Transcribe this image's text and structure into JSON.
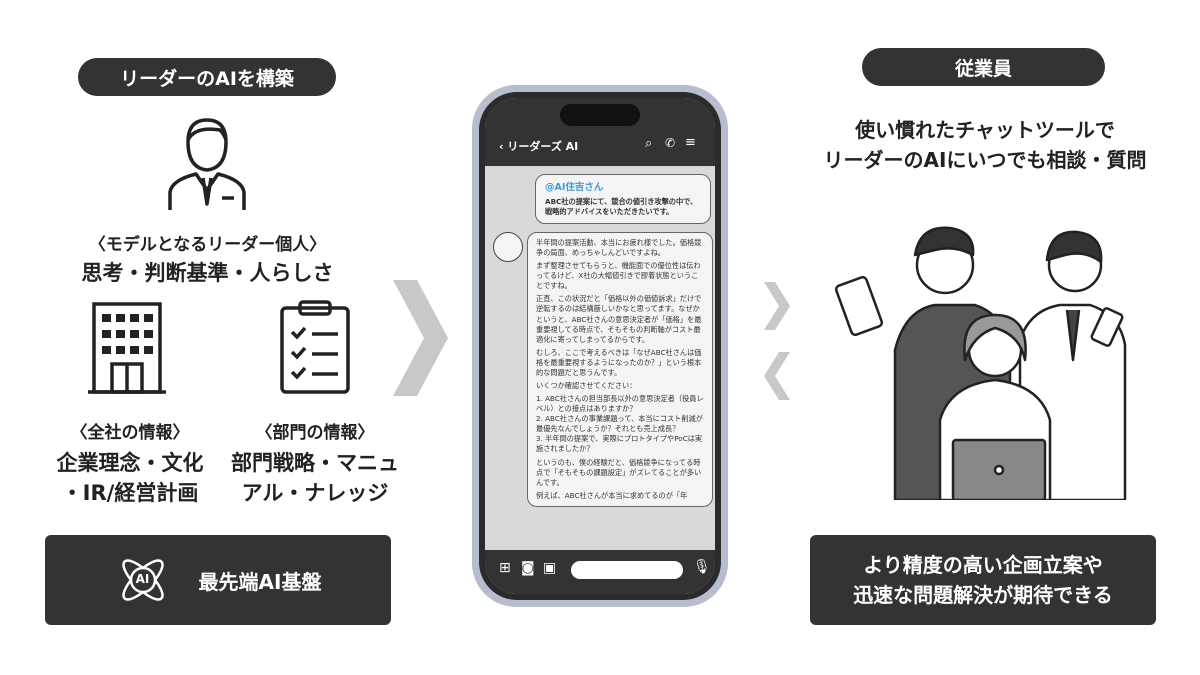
{
  "left": {
    "title": "リーダーのAIを構築",
    "model_caption": "〈モデルとなるリーダー個人〉",
    "model_detail": "思考・判断基準・人らしさ",
    "company": {
      "caption": "〈全社の情報〉",
      "line1": "企業理念・文化",
      "line2": "・IR/経営計画"
    },
    "department": {
      "caption": "〈部門の情報〉",
      "line1": "部門戦略・マニュ",
      "line2": "アル・ナレッジ"
    },
    "platform": {
      "icon_text": "AI",
      "label": "最先端AI基盤"
    }
  },
  "phone": {
    "header_title": "リーダーズ AI",
    "user_mention": "@AI住吉さん",
    "user_message": "ABC社の提案にて、競合の値引き攻撃の中で、戦略的アドバイスをいただきたいです。",
    "ai_paragraphs": [
      "半年間の提案活動、本当にお疲れ様でした。価格競争の局面、めっちゃしんどいですよね。",
      "まず整理させてもらうと、機能面での優位性は伝わってるけど、X社の大幅値引きで膠着状態ということですね。",
      "正直、この状況だと「価格以外の価値訴求」だけで逆転するのは結構厳しいかなと思ってます。なぜかというと、ABC社さんの意思決定者が「価格」を最重要視してる時点で、そもそもの判断軸がコスト最適化に寄ってしまってるからです。",
      "むしろ、ここで考えるべきは「なぜABC社さんは価格を最重要視するようになったのか？」という根本的な問題だと思うんです。",
      "いくつか確認させてください：",
      "1. ABC社さんの担当部長以外の意思決定者（役員レベル）との接点はありますか？\n2. ABC社さんの事業課題って、本当にコスト削減が最優先なんでしょうか？それとも売上成長？\n3. 半年間の提案で、実際にプロトタイプやPoCは実施されましたか？",
      "というのも、僕の経験だと、価格競争になってる時点で「そもそもの課題設定」がズレてることが多いんです。",
      "例えば、ABC社さんが本当に求めてるのが「年"
    ]
  },
  "right": {
    "title": "従業員",
    "desc_line1": "使い慣れたチャットツールで",
    "desc_line2": "リーダーのAIにいつでも相談・質問",
    "result_line1": "より精度の高い企画立案や",
    "result_line2": "迅速な問題解決が期待できる"
  },
  "colors": {
    "dark": "#333333",
    "mention": "#3a9ad9",
    "arrow": "#c8c8c8",
    "phone_frame": "#b8bccf"
  }
}
